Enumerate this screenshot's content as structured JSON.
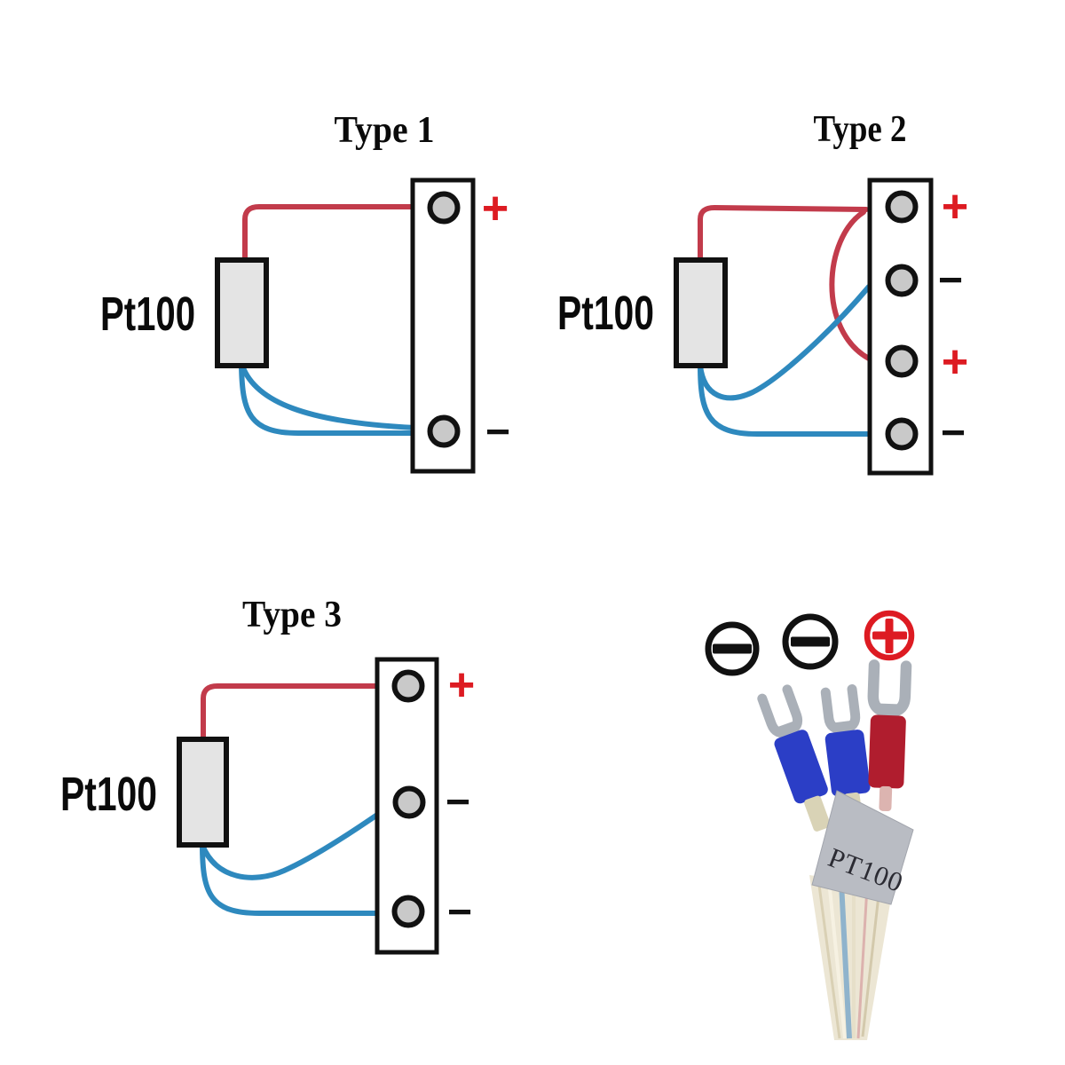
{
  "colors": {
    "wire_red": "#c23b4b",
    "wire_blue": "#2e89be",
    "symbol_red": "#dd1b22",
    "symbol_black": "#111111",
    "block_fill": "#ffffff",
    "block_stroke": "#111111",
    "terminal_fill": "#c9c9c9",
    "sensor_fill": "#e4e4e4",
    "photo_metal": "#aab0b8",
    "photo_blue_sleeve": "#2b3ec6",
    "photo_red_sleeve": "#b01d2e",
    "photo_label_bg": "#b9bcc3",
    "photo_braid": "#ece6d4"
  },
  "diagrams": {
    "type1": {
      "title": "Type 1",
      "sensor_label": "Pt100",
      "terminals": [
        {
          "polarity": "+"
        },
        {
          "polarity": "−"
        }
      ]
    },
    "type2": {
      "title": "Type 2",
      "sensor_label": "Pt100",
      "terminals": [
        {
          "polarity": "+"
        },
        {
          "polarity": "−"
        },
        {
          "polarity": "+"
        },
        {
          "polarity": "−"
        }
      ]
    },
    "type3": {
      "title": "Type 3",
      "sensor_label": "Pt100",
      "terminals": [
        {
          "polarity": "+"
        },
        {
          "polarity": "−"
        },
        {
          "polarity": "−"
        }
      ]
    }
  },
  "photo": {
    "cable_label": "PT100",
    "markers": [
      {
        "icon": "minus-circle-icon",
        "symbol": "−"
      },
      {
        "icon": "minus-circle-icon",
        "symbol": "−"
      },
      {
        "icon": "plus-circle-icon",
        "symbol": "+"
      }
    ],
    "connectors": [
      {
        "name": "spade-terminal",
        "sleeve_color": "blue"
      },
      {
        "name": "spade-terminal",
        "sleeve_color": "blue"
      },
      {
        "name": "spade-terminal",
        "sleeve_color": "red"
      }
    ]
  }
}
